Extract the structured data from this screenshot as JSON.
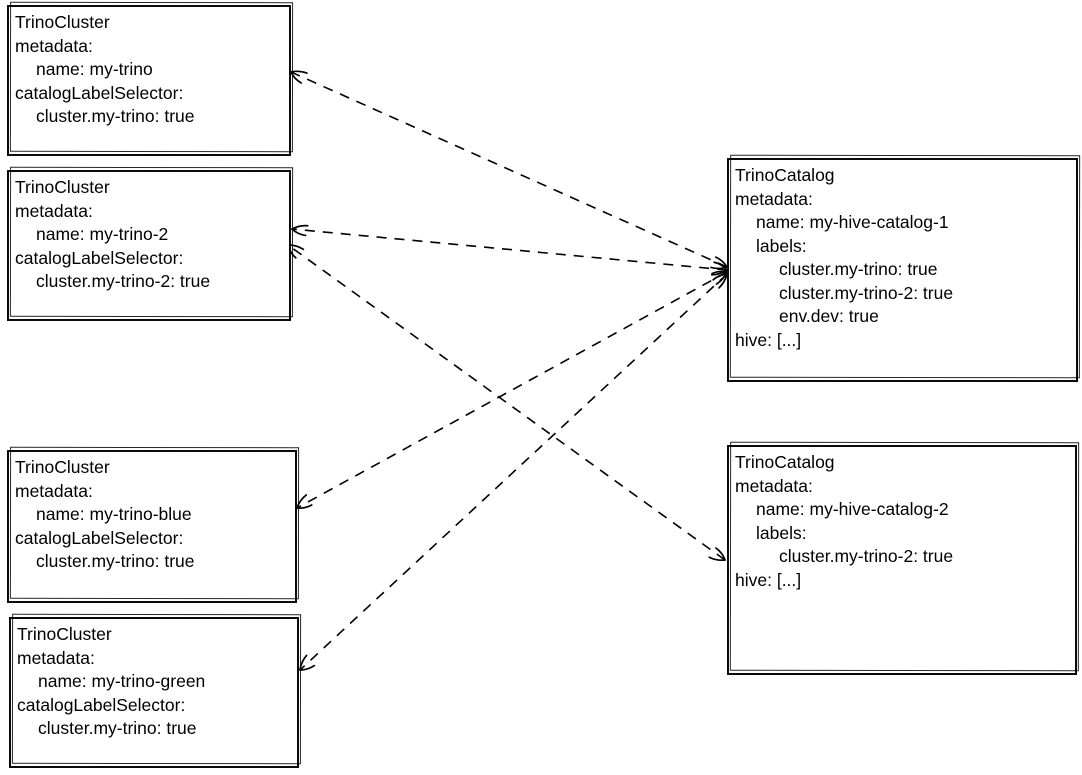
{
  "diagram": {
    "colors": {
      "background": "#ffffff",
      "stroke": "#000000",
      "text": "#000000"
    },
    "nodes": [
      {
        "id": "my-trino",
        "kind": "TrinoCluster",
        "lines": [
          {
            "text": "TrinoCluster",
            "indent": 0
          },
          {
            "text": "metadata:",
            "indent": 0
          },
          {
            "text": "name: my-trino",
            "indent": 1
          },
          {
            "text": "catalogLabelSelector:",
            "indent": 0
          },
          {
            "text": "cluster.my-trino: true",
            "indent": 1
          }
        ]
      },
      {
        "id": "my-trino-2",
        "kind": "TrinoCluster",
        "lines": [
          {
            "text": "TrinoCluster",
            "indent": 0
          },
          {
            "text": "metadata:",
            "indent": 0
          },
          {
            "text": "name: my-trino-2",
            "indent": 1
          },
          {
            "text": "catalogLabelSelector:",
            "indent": 0
          },
          {
            "text": "cluster.my-trino-2: true",
            "indent": 1
          }
        ]
      },
      {
        "id": "my-trino-blue",
        "kind": "TrinoCluster",
        "lines": [
          {
            "text": "TrinoCluster",
            "indent": 0
          },
          {
            "text": "metadata:",
            "indent": 0
          },
          {
            "text": "name: my-trino-blue",
            "indent": 1
          },
          {
            "text": "catalogLabelSelector:",
            "indent": 0
          },
          {
            "text": "cluster.my-trino: true",
            "indent": 1
          }
        ]
      },
      {
        "id": "my-trino-green",
        "kind": "TrinoCluster",
        "lines": [
          {
            "text": "TrinoCluster",
            "indent": 0
          },
          {
            "text": "metadata:",
            "indent": 0
          },
          {
            "text": "name: my-trino-green",
            "indent": 1
          },
          {
            "text": "catalogLabelSelector:",
            "indent": 0
          },
          {
            "text": "cluster.my-trino: true",
            "indent": 1
          }
        ]
      },
      {
        "id": "my-hive-catalog-1",
        "kind": "TrinoCatalog",
        "lines": [
          {
            "text": "TrinoCatalog",
            "indent": 0
          },
          {
            "text": "metadata:",
            "indent": 0
          },
          {
            "text": "name: my-hive-catalog-1",
            "indent": 1
          },
          {
            "text": "labels:",
            "indent": 1
          },
          {
            "text": "cluster.my-trino: true",
            "indent": 2
          },
          {
            "text": "cluster.my-trino-2: true",
            "indent": 2
          },
          {
            "text": "env.dev: true",
            "indent": 2
          },
          {
            "text": "hive: [...]",
            "indent": 0
          }
        ]
      },
      {
        "id": "my-hive-catalog-2",
        "kind": "TrinoCatalog",
        "lines": [
          {
            "text": "TrinoCatalog",
            "indent": 0
          },
          {
            "text": "metadata:",
            "indent": 0
          },
          {
            "text": "name: my-hive-catalog-2",
            "indent": 1
          },
          {
            "text": "labels:",
            "indent": 1
          },
          {
            "text": "cluster.my-trino-2: true",
            "indent": 2
          },
          {
            "text": "hive: [...]",
            "indent": 0
          }
        ]
      }
    ],
    "edges": [
      {
        "from": "my-hive-catalog-1",
        "to": "my-trino",
        "style": "dashed",
        "arrows": "both"
      },
      {
        "from": "my-hive-catalog-1",
        "to": "my-trino-2",
        "style": "dashed",
        "arrows": "both"
      },
      {
        "from": "my-hive-catalog-1",
        "to": "my-trino-blue",
        "style": "dashed",
        "arrows": "both"
      },
      {
        "from": "my-hive-catalog-1",
        "to": "my-trino-green",
        "style": "dashed",
        "arrows": "both"
      },
      {
        "from": "my-hive-catalog-2",
        "to": "my-trino-2",
        "style": "dashed",
        "arrows": "both"
      }
    ]
  }
}
